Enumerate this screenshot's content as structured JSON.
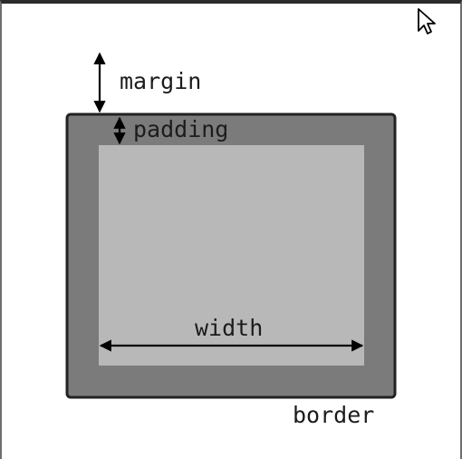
{
  "diagram": {
    "labels": {
      "margin": "margin",
      "padding": "padding",
      "width": "width",
      "border": "border"
    },
    "colors": {
      "border_fill": "#7b7b7b",
      "border_stroke": "#222222",
      "content_fill": "#b8b8b8",
      "arrow": "#000000",
      "text": "#1c1c1c"
    }
  },
  "icons": {
    "cursor": "mouse-pointer-icon"
  }
}
